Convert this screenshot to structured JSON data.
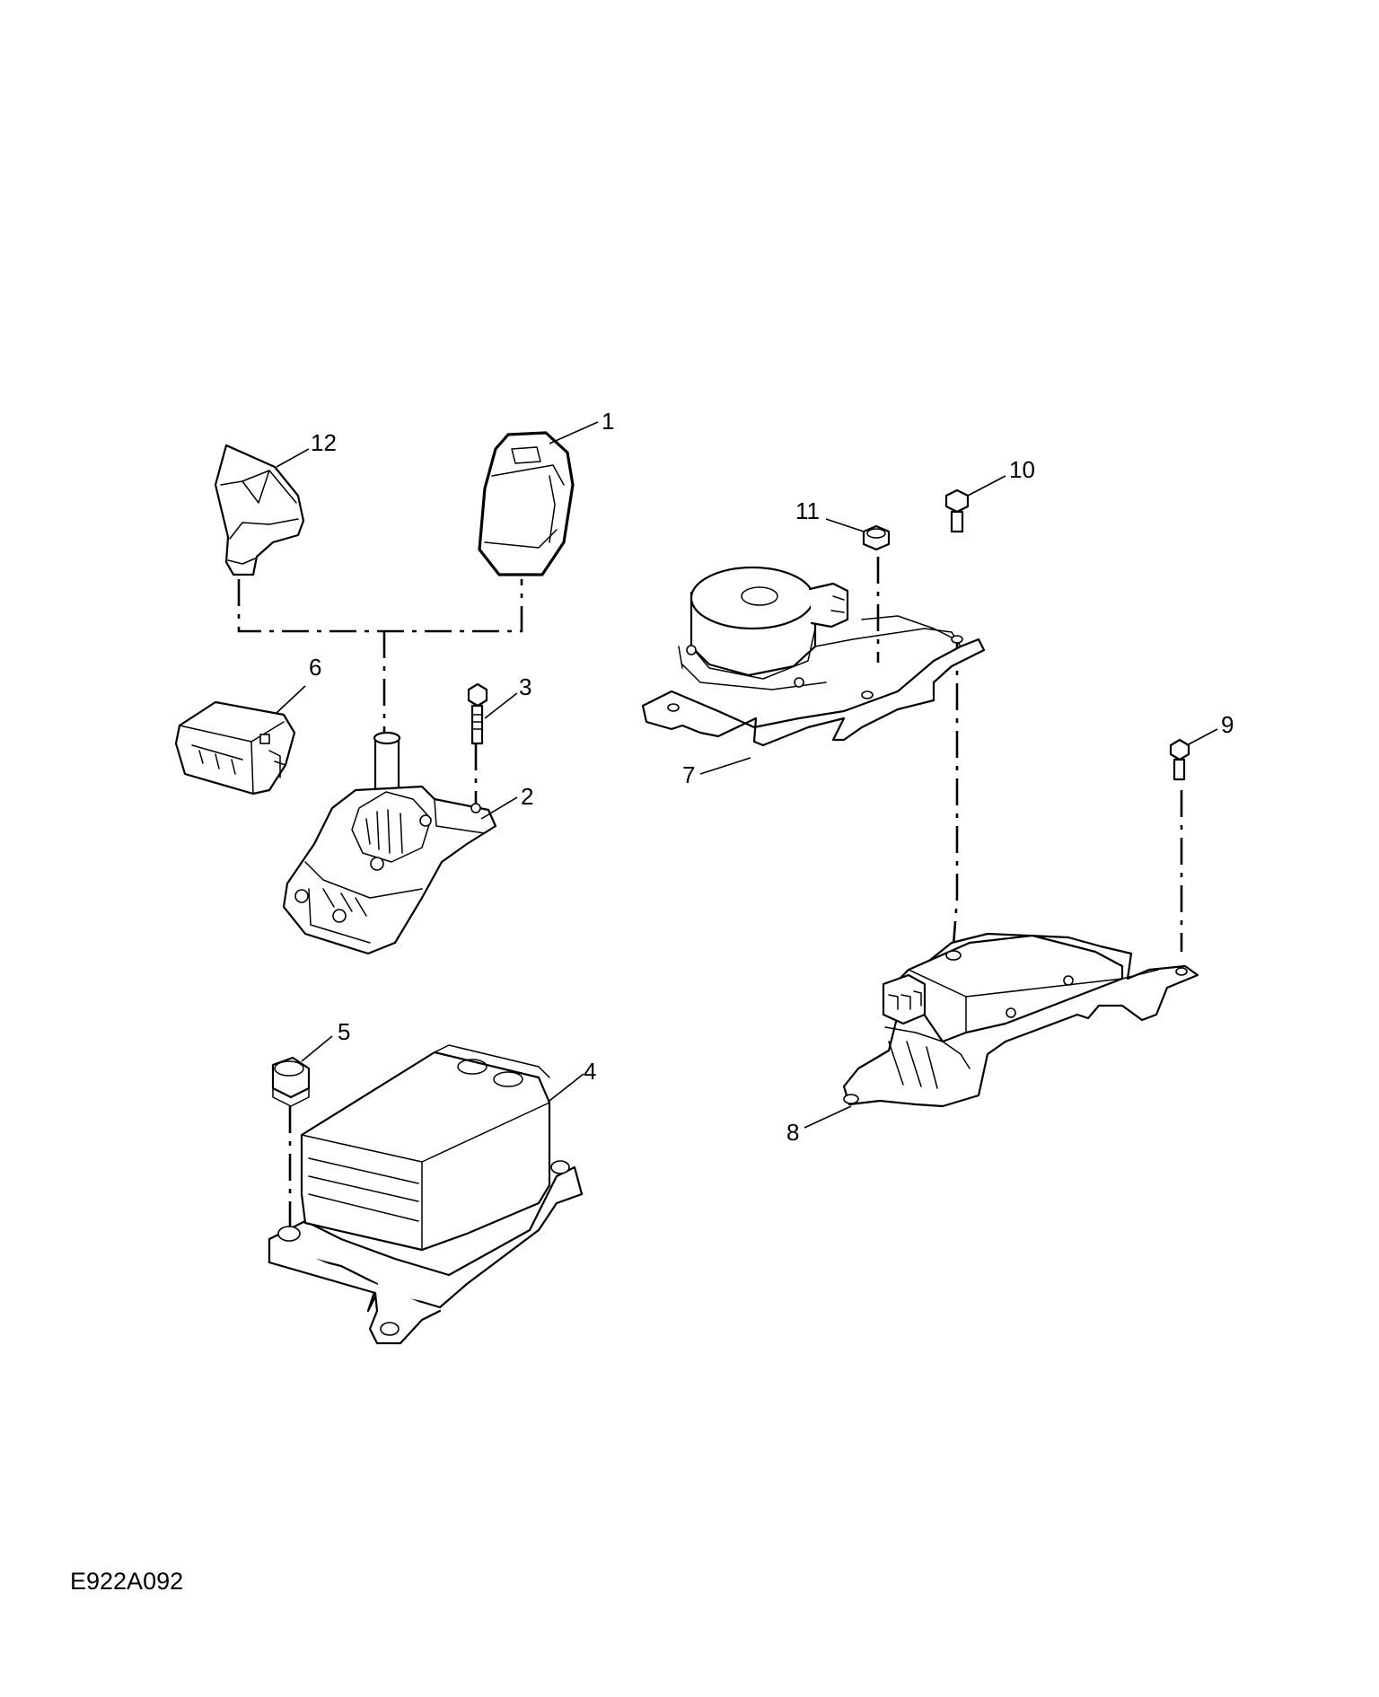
{
  "diagram": {
    "reference_code": "E922A092",
    "callouts": {
      "c1": "1",
      "c2": "2",
      "c3": "3",
      "c4": "4",
      "c5": "5",
      "c6": "6",
      "c7": "7",
      "c8": "8",
      "c9": "9",
      "c10": "10",
      "c11": "11",
      "c12": "12"
    }
  }
}
